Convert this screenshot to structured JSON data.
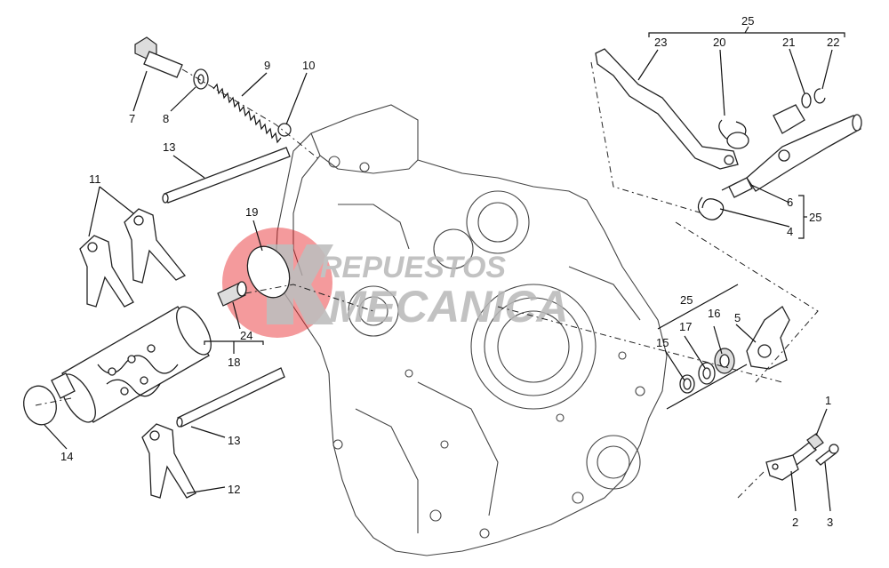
{
  "diagram": {
    "watermark": {
      "line1": "REPUESTOS",
      "line2": "MECANICA",
      "color": "#e8262a"
    },
    "callouts": {
      "c1": "1",
      "c2": "2",
      "c3": "3",
      "c4": "4",
      "c5": "5",
      "c6": "6",
      "c7": "7",
      "c8": "8",
      "c9": "9",
      "c10": "10",
      "c11": "11",
      "c12": "12",
      "c13a": "13",
      "c13b": "13",
      "c14": "14",
      "c15": "15",
      "c16": "16",
      "c17": "17",
      "c18": "18",
      "c19": "19",
      "c20": "20",
      "c21": "21",
      "c22": "22",
      "c23": "23",
      "c24": "24",
      "c25a": "25",
      "c25b": "25",
      "c25c": "25"
    }
  }
}
